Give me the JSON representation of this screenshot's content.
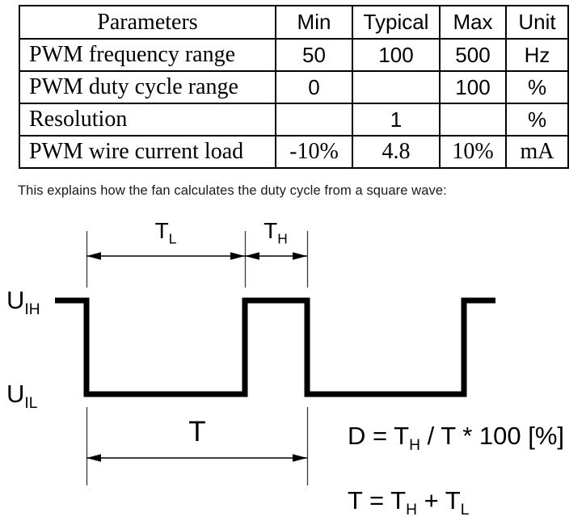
{
  "table": {
    "headers": [
      "Parameters",
      "Min",
      "Typical",
      "Max",
      "Unit"
    ],
    "rows": [
      {
        "parameter": "PWM frequency range",
        "min": "50",
        "typical": "100",
        "max": "500",
        "unit": "Hz"
      },
      {
        "parameter": "PWM duty cycle range",
        "min": "0",
        "typical": "",
        "max": "100",
        "unit": "%"
      },
      {
        "parameter": "Resolution",
        "min": "",
        "typical": "1",
        "max": "",
        "unit": "%"
      },
      {
        "parameter": "PWM wire current load",
        "min": "-10%",
        "typical": "4.8",
        "max": "10%",
        "unit": "mA"
      }
    ]
  },
  "intro_text": "This explains how the fan calculates the duty cycle from a square wave:",
  "diagram": {
    "u_high": {
      "main": "U",
      "sub": "IH"
    },
    "u_low": {
      "main": "U",
      "sub": "IL"
    },
    "t_low": {
      "main": "T",
      "sub": "L"
    },
    "t_high": {
      "main": "T",
      "sub": "H"
    },
    "period_label": "T",
    "formula_duty": {
      "p1": "D = T",
      "sub1": "H",
      "p2": " / T * 100 [%]"
    },
    "formula_period": {
      "p1": "T = T",
      "sub1": "H",
      "p2": " + T",
      "sub2": "L"
    }
  },
  "colors": {
    "ink": "#000000",
    "intro_text": "#1a1a1a",
    "background": "#ffffff"
  }
}
